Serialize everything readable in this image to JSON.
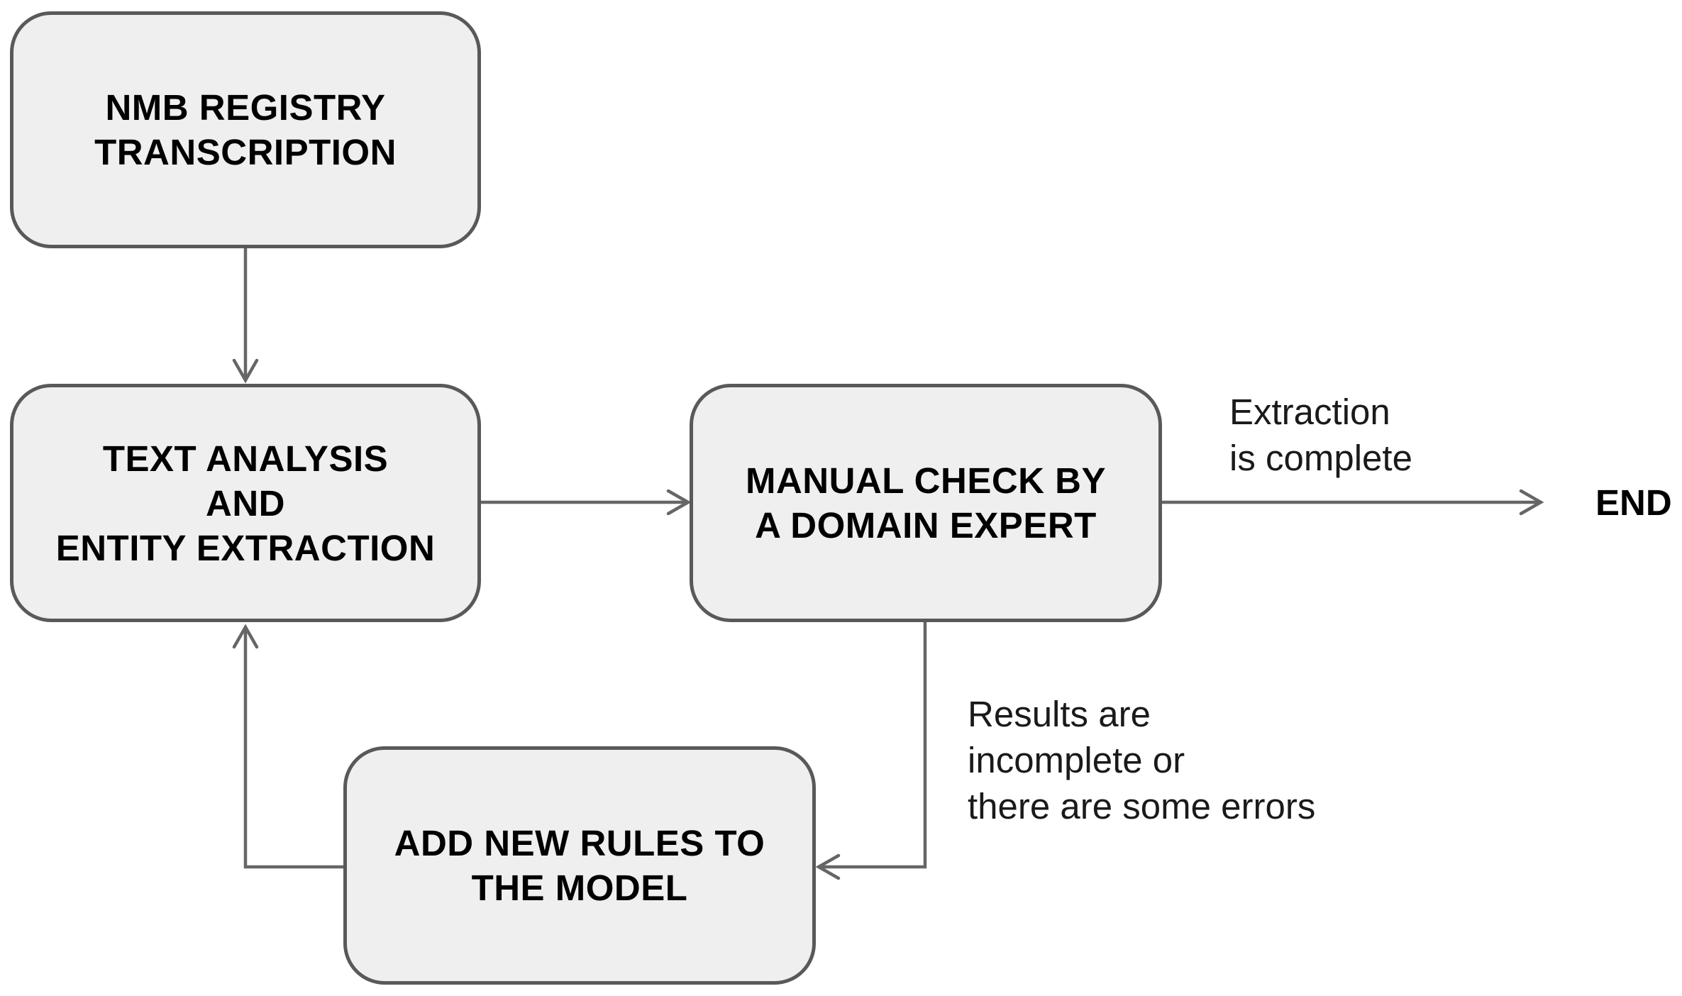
{
  "nodes": {
    "transcription": {
      "lines": [
        "NMB REGISTRY",
        "TRANSCRIPTION"
      ]
    },
    "analysis": {
      "lines": [
        "TEXT ANALYSIS",
        "AND",
        "ENTITY EXTRACTION"
      ]
    },
    "manual_check": {
      "lines": [
        "MANUAL CHECK BY",
        "A DOMAIN EXPERT"
      ]
    },
    "add_rules": {
      "lines": [
        "ADD NEW RULES TO",
        "THE MODEL"
      ]
    }
  },
  "edge_labels": {
    "complete": {
      "lines": [
        "Extraction",
        "is complete"
      ]
    },
    "incomplete": {
      "lines": [
        "Results are",
        "incomplete or",
        "there are some errors"
      ]
    }
  },
  "terminal": {
    "label": "END"
  },
  "colors": {
    "node_fill": "#efefef",
    "node_border": "#595959",
    "arrow": "#666666"
  }
}
